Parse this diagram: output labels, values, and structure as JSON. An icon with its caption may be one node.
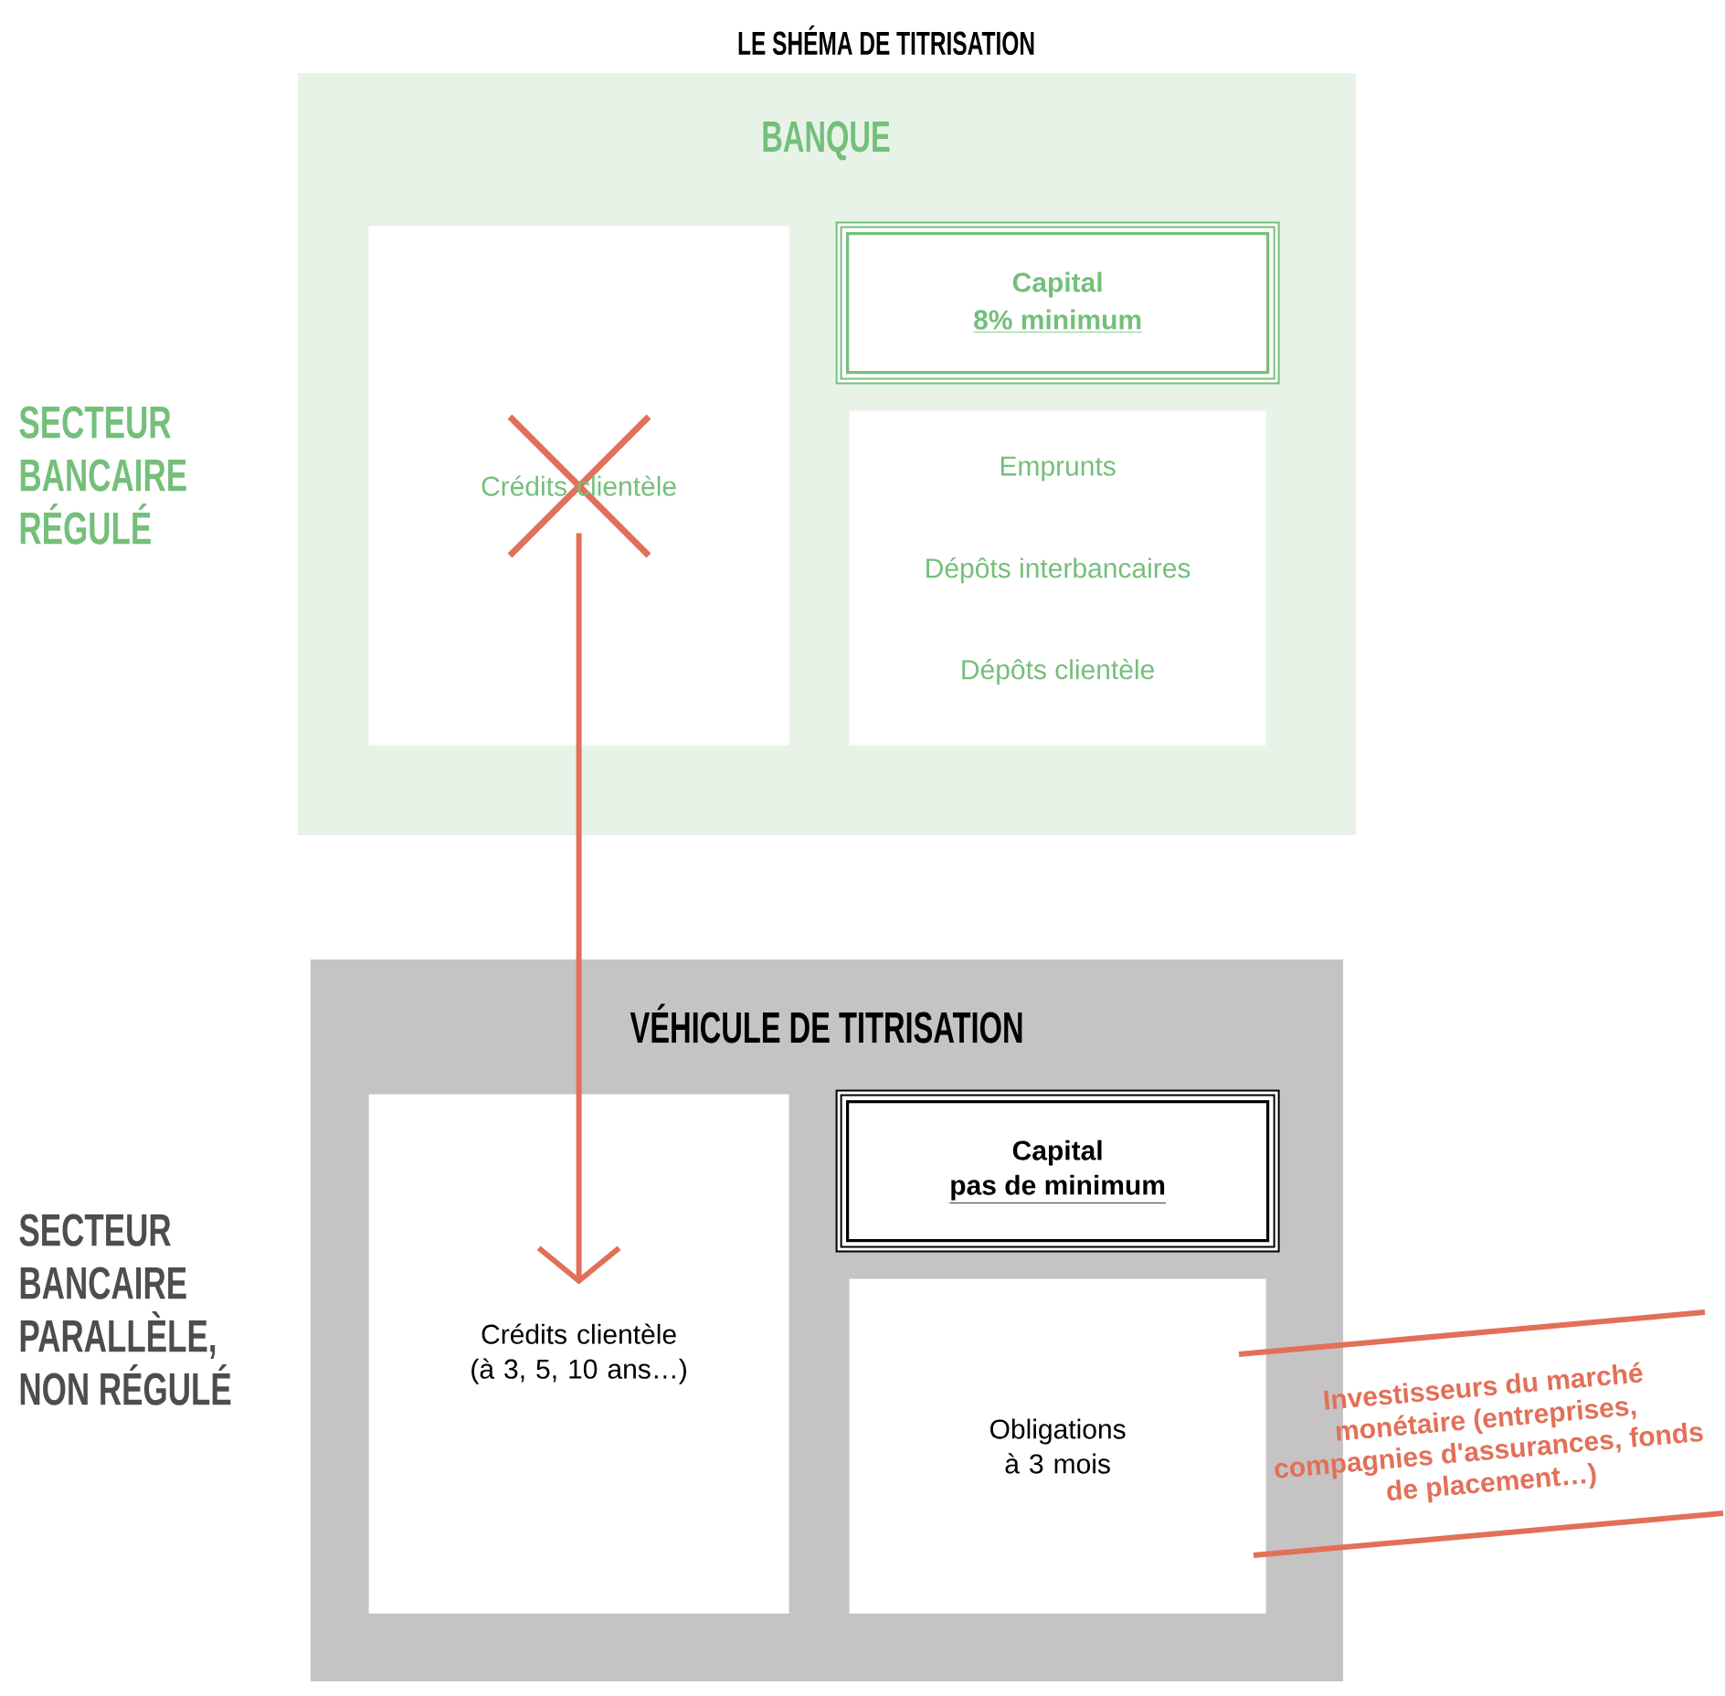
{
  "diagram": {
    "title": "LE SHÉMA DE TITRISATION",
    "nodes": [
      {
        "text": [
          "BANQUE"
        ]
      },
      {
        "text": [
          "Crédits clientèle"
        ],
        "in": 0
      },
      {
        "text": [
          "Capital",
          "8% minimum"
        ],
        "in": 0
      },
      {
        "text": [
          "Emprunts",
          "Dépôts interbancaires",
          "Dépôts clientèle"
        ],
        "in": 0
      },
      {
        "text": [
          "VÉHICULE DE TITRISATION"
        ]
      },
      {
        "text": [
          "Crédits clientèle (à 3, 5, 10 ans…)"
        ],
        "in": 4
      },
      {
        "text": [
          "Capital",
          "pas de minimum"
        ],
        "in": 4
      },
      {
        "text": [
          "Obligations à 3 mois"
        ],
        "in": 4
      }
    ],
    "edges": [
      {
        "from": 1,
        "to": 5,
        "arrow": "to"
      }
    ],
    "labels": [
      "SECTEUR BANCAIRE RÉGULÉ",
      "SECTEUR BANCAIRE PARALLÈLE, NON RÉGULÉ",
      "Investisseurs du marché monétaire (entreprises, compagnies d'assurances, fonds de placement…)"
    ]
  }
}
